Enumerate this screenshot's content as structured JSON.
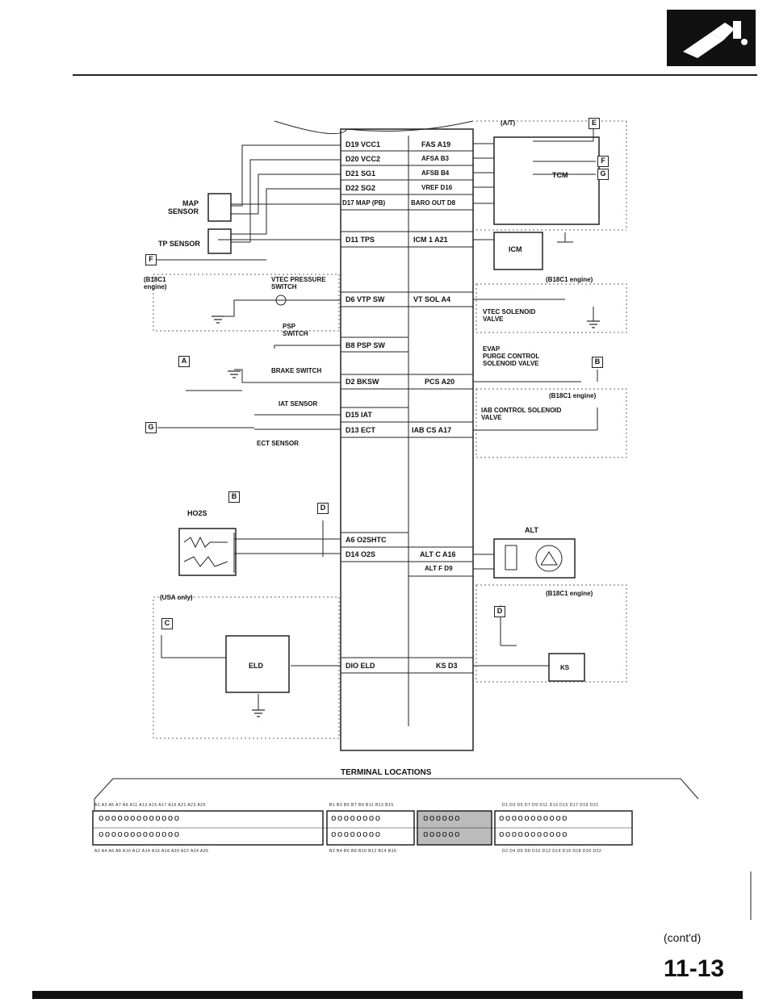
{
  "page": {
    "page_number": "11-13",
    "continued": "(cont'd)"
  },
  "ecm_pins_left": [
    "D19 VCC1",
    "D20 VCC2",
    "D21 SG1",
    "D22 SG2",
    "D17 MAP (PB)",
    "D11 TPS",
    "D6 VTP SW",
    "B8 PSP SW",
    "D2 BKSW",
    "D15 IAT",
    "D13 ECT",
    "A6 O2SHTC",
    "D14 O2S",
    "DIO ELD"
  ],
  "ecm_pins_right": [
    "FAS A19",
    "AFSA B3",
    "AFSB B4",
    "VREF D16",
    "BARO OUT D8",
    "ICM 1 A21",
    "VT SOL A4",
    "PCS A20",
    "IAB CS A17",
    "ALT C A16",
    "ALT F D9",
    "KS D3"
  ],
  "components": {
    "map_sensor": "MAP\nSENSOR",
    "tp_sensor": "TP SENSOR",
    "b18c1_left": "(B18C1\nengine)",
    "vtec_pressure_switch": "VTEC PRESSURE\nSWITCH",
    "psp_switch": "PSP\nSWITCH",
    "brake_switch": "BRAKE SWITCH",
    "iat_sensor": "IAT SENSOR",
    "ect_sensor": "ECT SENSOR",
    "ho2s": "HO2S",
    "usa_only": "(USA only)",
    "eld": "ELD",
    "at": "(A/T)",
    "tcm": "TCM",
    "icm": "ICM",
    "b18c1_engine": "(B18C1 engine)",
    "vtec_solenoid": "VTEC SOLENOID\nVALVE",
    "evap_valve": "EVAP\nPURGE CONTROL\nSOLENOID VALVE",
    "iab_valve": "IAB CONTROL SOLENOID\nVALVE",
    "alt": "ALT",
    "ks": "KS"
  },
  "connectors": [
    "E",
    "F",
    "G",
    "F",
    "A",
    "G",
    "B",
    "D",
    "C",
    "B",
    "D"
  ],
  "terminal_locations": {
    "title": "TERMINAL LOCATIONS"
  }
}
